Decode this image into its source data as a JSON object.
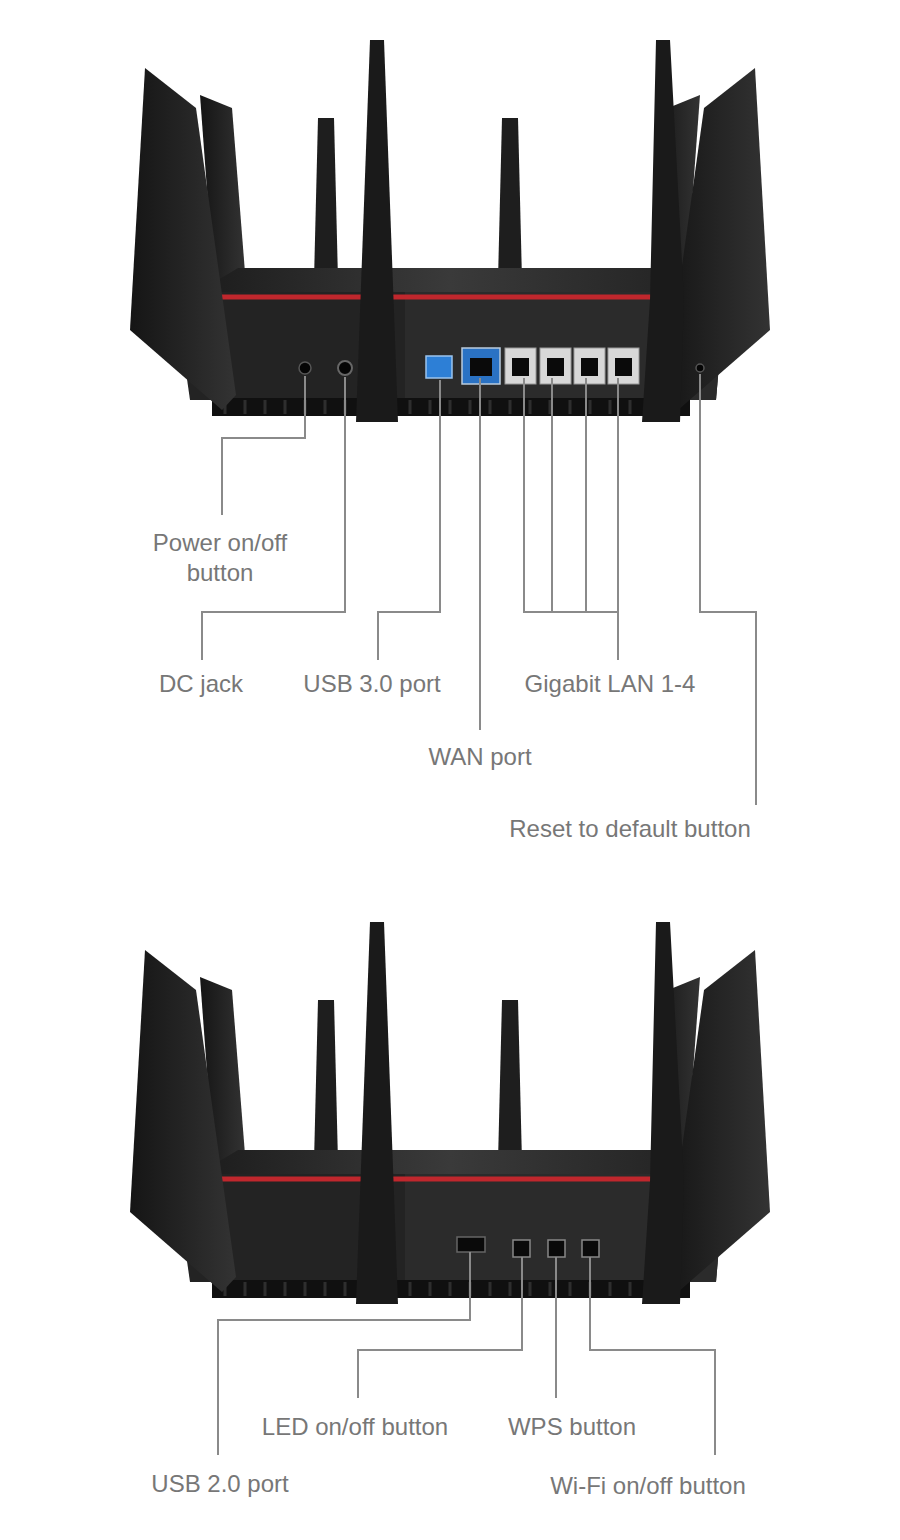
{
  "diagram": {
    "labels": [
      "Power on/off button",
      "DC jack",
      "USB 3.0 port",
      "Gigabit LAN 1-4",
      "WAN port",
      "Reset to default button",
      "LED on/off button",
      "WPS button",
      "USB 2.0 port",
      "Wi-Fi on/off button"
    ]
  }
}
